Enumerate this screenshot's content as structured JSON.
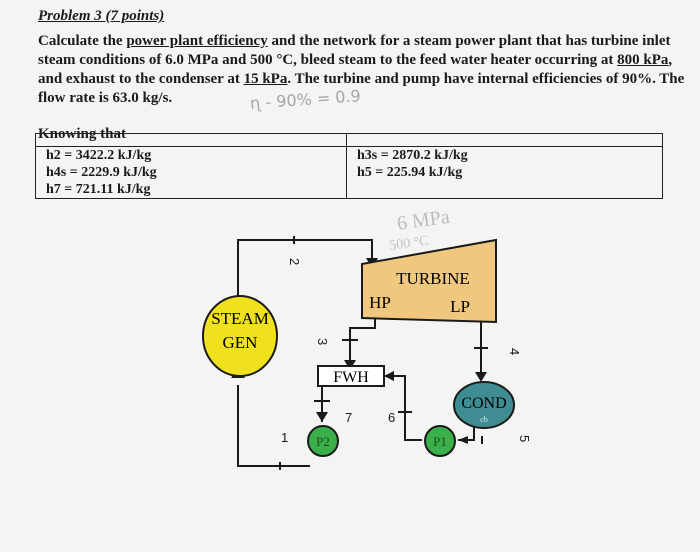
{
  "problem": {
    "title": "Problem 3 (7 points)",
    "statement_part1": "Calculate the ",
    "statement_u1": "power plant efficiency",
    "statement_part2": " and the network for a steam power plant that has turbine inlet steam conditions of 6.0 MPa and 500 °C, bleed steam to the feed water heater occurring at ",
    "statement_u2": "800 kPa",
    "statement_part3": ", and exhaust to the condenser at ",
    "statement_u3": "15 kPa",
    "statement_part4": ". The turbine and pump have internal efficiencies of 90%. The flow rate is 63.0 kg/s.",
    "pencil_note": "ɳ      - 90% = 0.9"
  },
  "knowing": {
    "heading": "Knowing that",
    "left_values": [
      "h2 = 3422.2 kJ/kg",
      "h4s = 2229.9 kJ/kg",
      "h7 = 721.11 kJ/kg"
    ],
    "right_values": [
      "h3s = 2870.2 kJ/kg",
      "h5 = 225.94 kJ/kg"
    ]
  },
  "diagram": {
    "steam_gen_line1": "STEAM",
    "steam_gen_line2": "GEN",
    "turbine": "TURBINE",
    "hp": "HP",
    "lp": "LP",
    "fwh": "FWH",
    "cond": "COND",
    "cond_sub": "cb",
    "p1": "P1",
    "p2": "P2",
    "state_labels": [
      "1",
      "2",
      "3",
      "4",
      "5",
      "6",
      "7"
    ],
    "pencil_inlet_1": "6 MPa",
    "pencil_inlet_2": "500 °C",
    "colors": {
      "steam_gen": "#f0e11e",
      "turbine": "#efc77e",
      "fwh": "#ffffff",
      "cond": "#3f8d93",
      "pump": "#3bb04a"
    }
  }
}
